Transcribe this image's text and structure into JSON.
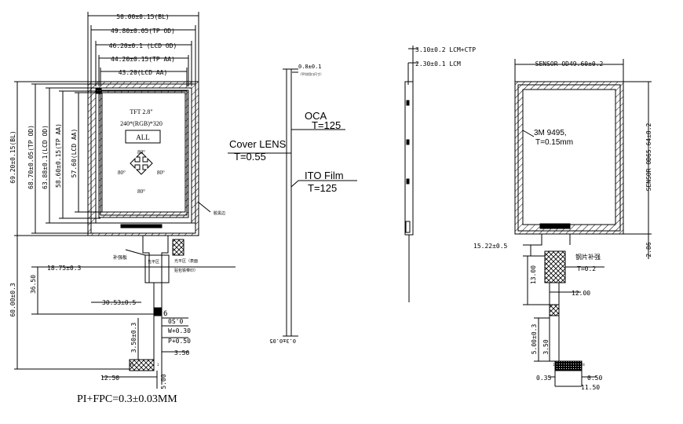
{
  "front_view": {
    "dims_top": [
      "50.00±0.15(BL)",
      "49.80±0.05(TP OD)",
      "46.20±0.1 (LCD OD)",
      "44.20±0.15(TP AA)",
      "43.20(LCD AA)"
    ],
    "dims_left": [
      "69.20±0.15(BL)",
      "68.70±0.05(TP OD)",
      "63.88±0.1(LCD OD)",
      "58.60±0.15(TP AA)",
      "57.60(LCD AA)"
    ],
    "dim_60": "60.00±0.3",
    "dim_3650": "36.50",
    "dim_1875": "18.75±0.3",
    "dim_3053": "30.53±0.5",
    "dim_1250": "12.50",
    "dim_350": "3.50±0.3",
    "dim_350b": "3.50",
    "dim_500": "5.00",
    "pitch_labels": [
      "0S'0",
      "W+0.30",
      "P+0.50"
    ],
    "pin_count": "6",
    "panel_title": "TFT 2.8\"",
    "panel_res": "240*(RGB)*320",
    "panel_mode": "ALL",
    "angles": [
      "80°",
      "80°",
      "80°",
      "80°"
    ],
    "side_note": "胶黑边",
    "stiffener_note": "补强板",
    "notch_note": "光平区",
    "fpc_note1": "光平区（表面",
    "fpc_note2": "贴包铁带印）",
    "fpc_material": "PI+FPC=0.3±0.03MM",
    "corner_marks": [
      "24",
      "1",
      "24"
    ]
  },
  "stack_view": {
    "top_dim": "0.8±0.1",
    "top_note": "（平均切口尺寸）",
    "oca_label": "OCA",
    "oca_t": "T=125",
    "cover_label": "Cover LENS",
    "cover_t": "T=0.55",
    "ito_label": "ITO Film",
    "ito_t": "T=125",
    "bottom_dim": "0.3±0.05"
  },
  "side_view": {
    "dim1": "3.10±0.2 LCM+CTP",
    "dim2": "2.30±0.1 LCM"
  },
  "sensor_view": {
    "top_dim": "SENSOR OD49.60±0.2",
    "right_dim": "SENSOR OD65.64±0.2",
    "film_label": "3M 9495,",
    "film_t": "T=0.15mm",
    "dim_1522": "15.22±0.5",
    "dim_286": "2.86",
    "stiffener": "钢片补强",
    "stiffener_t": "T=0.2",
    "dim_1300": "13.00",
    "dim_1200": "12.00",
    "dim_500": "5.00±0.3",
    "dim_350": "3.50",
    "dim_035": "0.35",
    "dim_050": "0.50",
    "dim_1150": "11.50",
    "pin_marks": [
      "1",
      "24"
    ]
  }
}
